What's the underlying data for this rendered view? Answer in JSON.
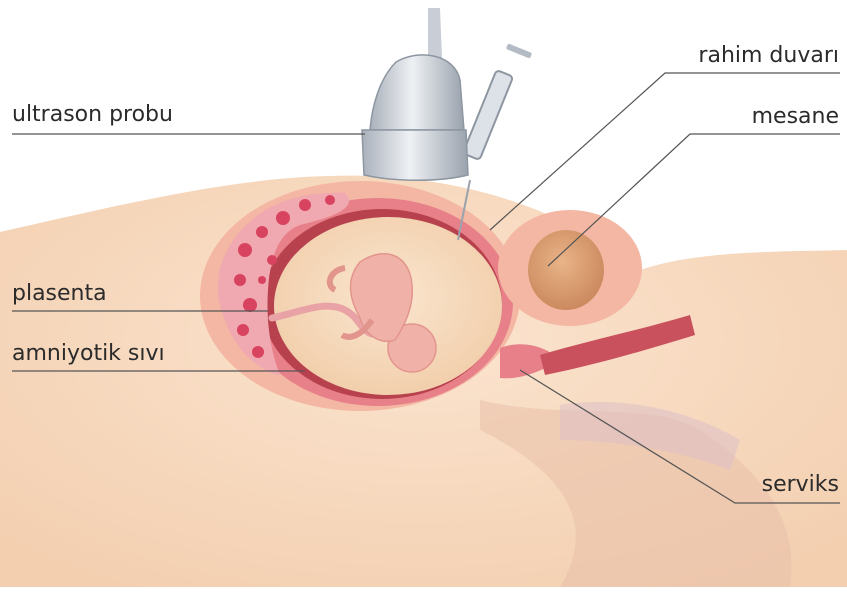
{
  "labels": {
    "probe": "ultrason probu",
    "placenta": "plasenta",
    "amniotic": "amniyotik sıvı",
    "uterine_wall": "rahim duvarı",
    "bladder": "mesane",
    "cervix": "serviks"
  },
  "colors": {
    "skin_light": "#fbe3cc",
    "skin_mid": "#f6d2b4",
    "uterus_outer": "#f3b7a3",
    "uterus_wall": "#e8808a",
    "uterus_rim": "#b8414e",
    "placenta_red": "#d8435f",
    "placenta_pink": "#f0a9b0",
    "amniotic": "#f7dcc0",
    "fetus": "#f0b2a8",
    "bladder": "#d89a6f",
    "probe": "#c9ced6",
    "leader_line": "#555555"
  }
}
